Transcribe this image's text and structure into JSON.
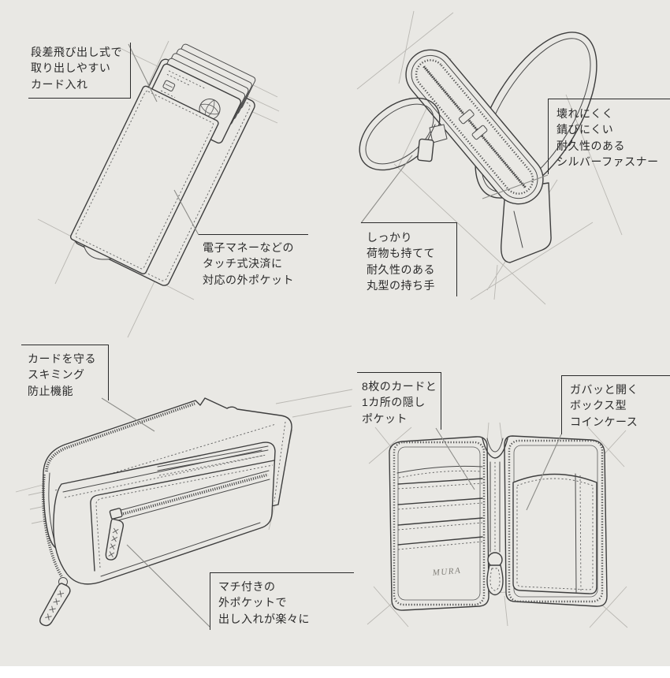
{
  "colors": {
    "background": "#e9e8e4",
    "sketch_line": "#3e3e3e",
    "construction_line": "#b9b7b2",
    "callout_border": "#8c8c88",
    "text": "#2a2a2a",
    "footer_strip": "#ffffff"
  },
  "annotations": {
    "card_slot": "段差飛び出し式で\n取り出しやすい\nカード入れ",
    "outer_pocket": "電子マネーなどの\nタッチ式決済に\n対応の外ポケット",
    "zipper": "壊れにくく\n錆びにくい\n耐久性のある\nシルバーファスナー",
    "handle": "しっかり\n荷物も持てて\n耐久性のある\n丸型の持ち手",
    "skimming": "カードを守る\nスキミング\n防止機能",
    "gusset_pocket": "マチ付きの\n外ポケットで\n出し入れが楽々に",
    "eight_cards": "8枚のカードと\n1カ所の隠し\nポケット",
    "coin_case": "ガバッと開く\nボックス型\nコインケース"
  },
  "sketches": {
    "bifold_wallet": {
      "brand": "MURA"
    }
  }
}
